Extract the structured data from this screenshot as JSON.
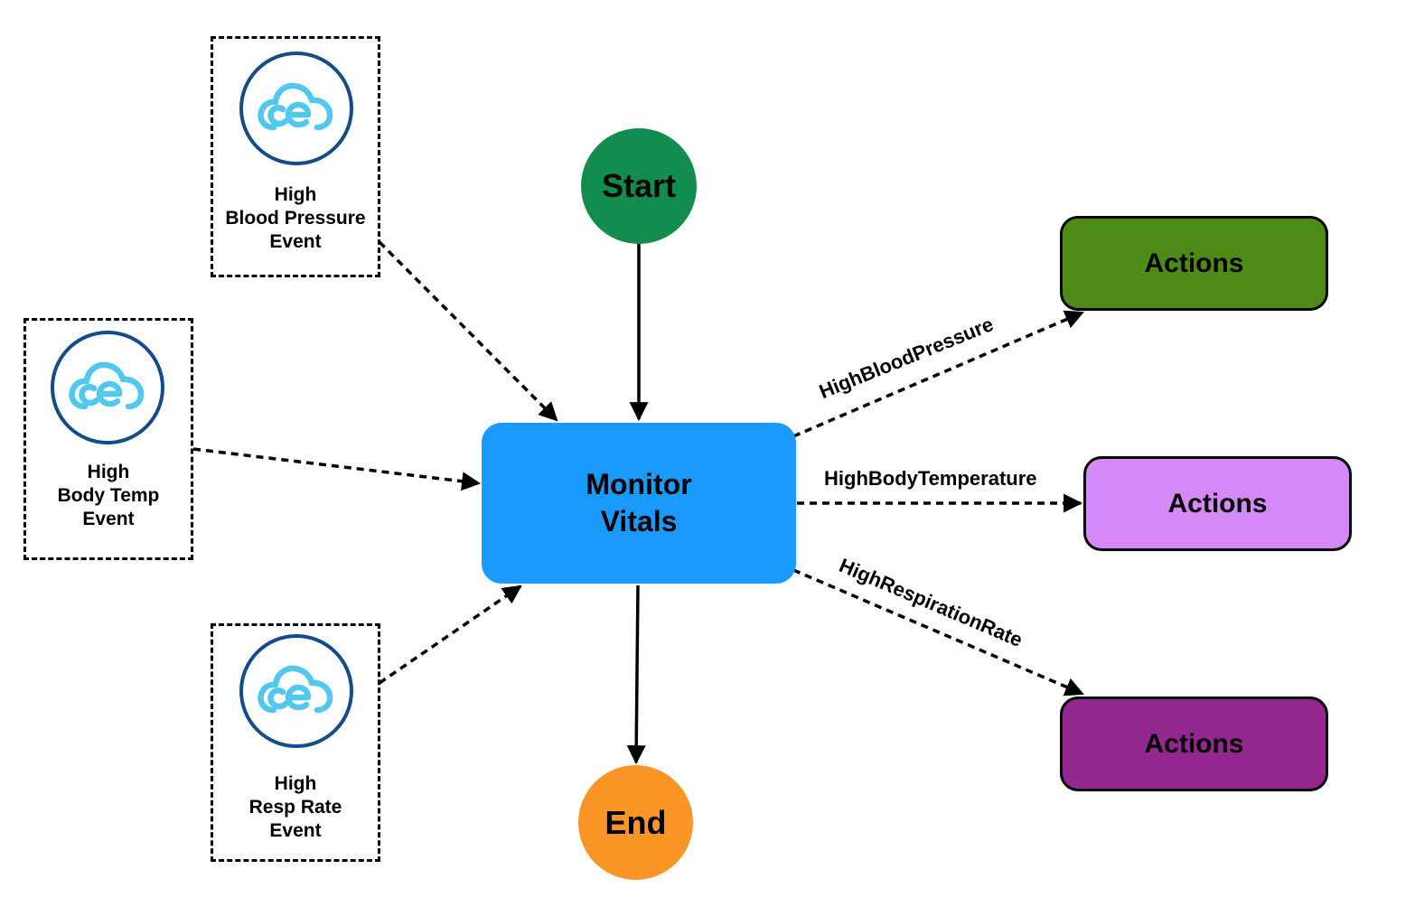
{
  "events": [
    {
      "label_lines": [
        "High",
        "Blood Pressure",
        "Event"
      ],
      "icon": "cloudevents-icon"
    },
    {
      "label_lines": [
        "High",
        "Body Temp",
        "Event"
      ],
      "icon": "cloudevents-icon"
    },
    {
      "label_lines": [
        "High",
        "Resp Rate",
        "Event"
      ],
      "icon": "cloudevents-icon"
    }
  ],
  "start": {
    "label": "Start",
    "color": "#138d4f"
  },
  "end": {
    "label": "End",
    "color": "#fa9526"
  },
  "state": {
    "label_lines": [
      "Monitor",
      "Vitals"
    ],
    "color": "#1a9afc"
  },
  "transitions": [
    {
      "label": "HighBloodPressure",
      "action": "Actions",
      "color": "#4e8b16"
    },
    {
      "label": "HighBodyTemperature",
      "action": "Actions",
      "color": "#d589f7"
    },
    {
      "label": "HighRespirationRate",
      "action": "Actions",
      "color": "#93278f"
    }
  ],
  "colors": {
    "icon_ring": "#134c8c",
    "icon_cloud": "#53c8ef"
  }
}
